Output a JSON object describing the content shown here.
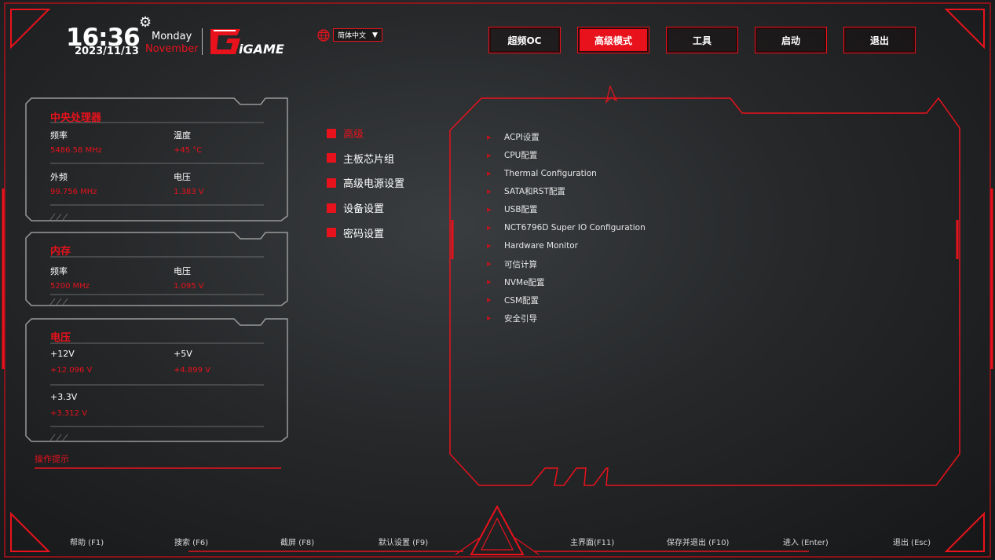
{
  "header": {
    "time": "16:36",
    "date": "2023/11/13",
    "weekday": "Monday",
    "month": "November",
    "logo_text": "iGAME",
    "language": "简体中文",
    "icons": [
      "gear-icon",
      "globe-icon",
      "dropdown-arrow-icon"
    ]
  },
  "tabs": [
    {
      "label": "超频OC",
      "active": false
    },
    {
      "label": "高级模式",
      "active": true
    },
    {
      "label": "工具",
      "active": false
    },
    {
      "label": "启动",
      "active": false
    },
    {
      "label": "退出",
      "active": false
    }
  ],
  "cpu": {
    "title": "中央处理器",
    "freq_label": "频率",
    "freq_value": "5486.58 MHz",
    "temp_label": "温度",
    "temp_value": "+45 °C",
    "bclk_label": "外频",
    "bclk_value": "99.756 MHz",
    "volt_label": "电压",
    "volt_value": "1.383 V"
  },
  "memory": {
    "title": "内存",
    "freq_label": "频率",
    "freq_value": "5200 MHz",
    "volt_label": "电压",
    "volt_value": "1.095 V"
  },
  "voltage": {
    "title": "电压",
    "v12_label": "+12V",
    "v12_value": "+12.096 V",
    "v5_label": "+5V",
    "v5_value": "+4.899 V",
    "v33_label": "+3.3V",
    "v33_value": "+3.312 V"
  },
  "hint_label": "操作提示",
  "side_menu": [
    {
      "label": "高级",
      "active": true
    },
    {
      "label": "主板芯片组",
      "active": false
    },
    {
      "label": "高级电源设置",
      "active": false
    },
    {
      "label": "设备设置",
      "active": false
    },
    {
      "label": "密码设置",
      "active": false
    }
  ],
  "content_items": [
    "ACPI设置",
    "CPU配置",
    "Thermal Configuration",
    "SATA和RST配置",
    "USB配置",
    "NCT6796D Super IO Configuration",
    "Hardware Monitor",
    "可信计算",
    "NVMe配置",
    "CSM配置",
    "安全引导"
  ],
  "footer": {
    "help": "帮助 (F1)",
    "search": "搜索 (F6)",
    "screenshot": "截屏 (F8)",
    "defaults": "默认设置 (F9)",
    "main": "主界面(F11)",
    "save_exit": "保存并退出 (F10)",
    "enter": "进入 (Enter)",
    "exit": "退出 (Esc)"
  },
  "colors": {
    "accent": "#e8121c",
    "background": "#242628"
  }
}
